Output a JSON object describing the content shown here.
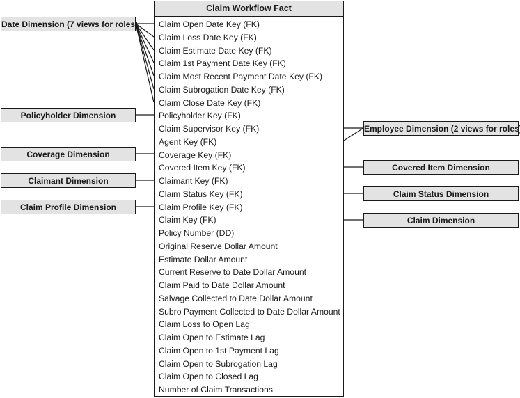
{
  "fact_table": {
    "title": "Claim Workflow Fact",
    "columns": [
      "Claim Open Date Key (FK)",
      "Claim Loss Date Key (FK)",
      "Claim Estimate Date Key (FK)",
      "Claim 1st Payment Date Key (FK)",
      "Claim Most Recent Payment Date Key (FK)",
      "Claim Subrogation Date Key (FK)",
      "Claim Close Date Key (FK)",
      "Policyholder Key (FK)",
      "Claim Supervisor Key (FK)",
      "Agent Key (FK)",
      "Coverage Key (FK)",
      "Covered Item Key (FK)",
      "Claimant Key (FK)",
      "Claim Status Key (FK)",
      "Claim Profile Key (FK)",
      "Claim Key (FK)",
      "Policy Number (DD)",
      "Original Reserve Dollar Amount",
      "Estimate Dollar Amount",
      "Current Reserve to Date Dollar Amount",
      "Claim Paid to Date Dollar Amount",
      "Salvage Collected to Date Dollar Amount",
      "Subro Payment Collected to Date Dollar Amount",
      "Claim Loss to Open Lag",
      "Claim Open to Estimate Lag",
      "Claim Open to 1st Payment Lag",
      "Claim Open to Subrogation Lag",
      "Claim Open to Closed Lag",
      "Number of Claim Transactions"
    ]
  },
  "left_dimensions": {
    "date": "Date Dimension (7 views for roles)",
    "policyholder": "Policyholder Dimension",
    "coverage": "Coverage Dimension",
    "claimant": "Claimant Dimension",
    "claim_profile": "Claim Profile Dimension"
  },
  "right_dimensions": {
    "employee": "Employee Dimension (2 views for roles)",
    "covered_item": "Covered Item Dimension",
    "claim_status": "Claim Status Dimension",
    "claim": "Claim Dimension"
  }
}
